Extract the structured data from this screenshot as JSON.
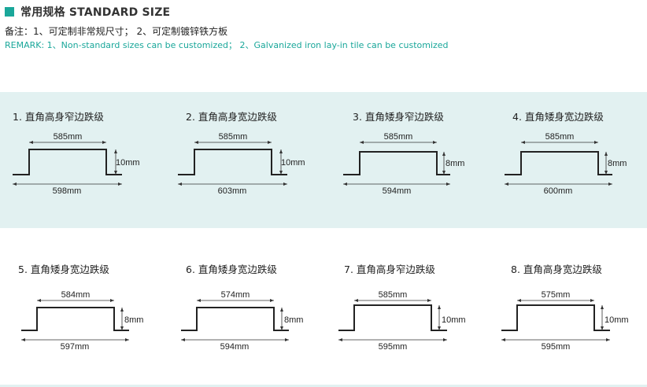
{
  "header": {
    "title": "常用规格 STANDARD SIZE",
    "note": "备注：1、可定制非常规尺寸； 2、可定制镀锌铁方板",
    "remark": "REMARK: 1、Non-standard sizes can be customized； 2、Galvanized iron lay-in tile can be customized"
  },
  "colors": {
    "accent": "#1aa79a",
    "band": "#e2f1f1"
  },
  "panels": [
    {
      "label": "1. 直角高身窄边跌级",
      "top_width": "585mm",
      "height": "10mm",
      "bottom_width": "598mm"
    },
    {
      "label": "2. 直角高身宽边跌级",
      "top_width": "585mm",
      "height": "10mm",
      "bottom_width": "603mm"
    },
    {
      "label": "3. 直角矮身窄边跌级",
      "top_width": "585mm",
      "height": "8mm",
      "bottom_width": "594mm"
    },
    {
      "label": "4. 直角矮身宽边跌级",
      "top_width": "585mm",
      "height": "8mm",
      "bottom_width": "600mm"
    },
    {
      "label": "5. 直角矮身宽边跌级",
      "top_width": "584mm",
      "height": "8mm",
      "bottom_width": "597mm"
    },
    {
      "label": "6. 直角矮身宽边跌级",
      "top_width": "574mm",
      "height": "8mm",
      "bottom_width": "594mm"
    },
    {
      "label": "7. 直角高身窄边跌级",
      "top_width": "585mm",
      "height": "10mm",
      "bottom_width": "595mm"
    },
    {
      "label": "8. 直角高身宽边跌级",
      "top_width": "575mm",
      "height": "10mm",
      "bottom_width": "595mm"
    }
  ]
}
